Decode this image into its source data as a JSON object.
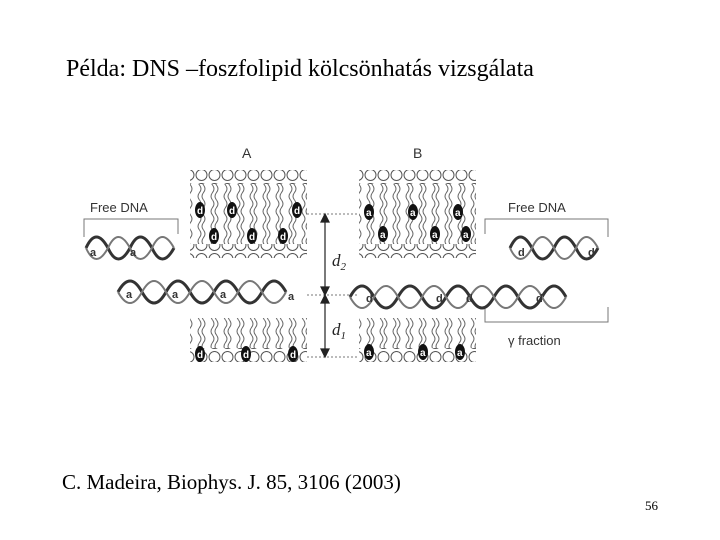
{
  "slide": {
    "title": "Példa: DNS –foszfolipid kölcsönhatás vizsgálata",
    "citation": "C. Madeira, Biophys. J. 85, 3106 (2003)",
    "page_number": "56"
  },
  "figure": {
    "panel_a": "A",
    "panel_b": "B",
    "free_dna_left": "Free DNA",
    "free_dna_right": "Free DNA",
    "d2": "d",
    "d2_sub": "2",
    "d1": "d",
    "d1_sub": "1",
    "gamma_fraction": "γ  fraction",
    "glyph_a": "a",
    "glyph_d": "d"
  }
}
